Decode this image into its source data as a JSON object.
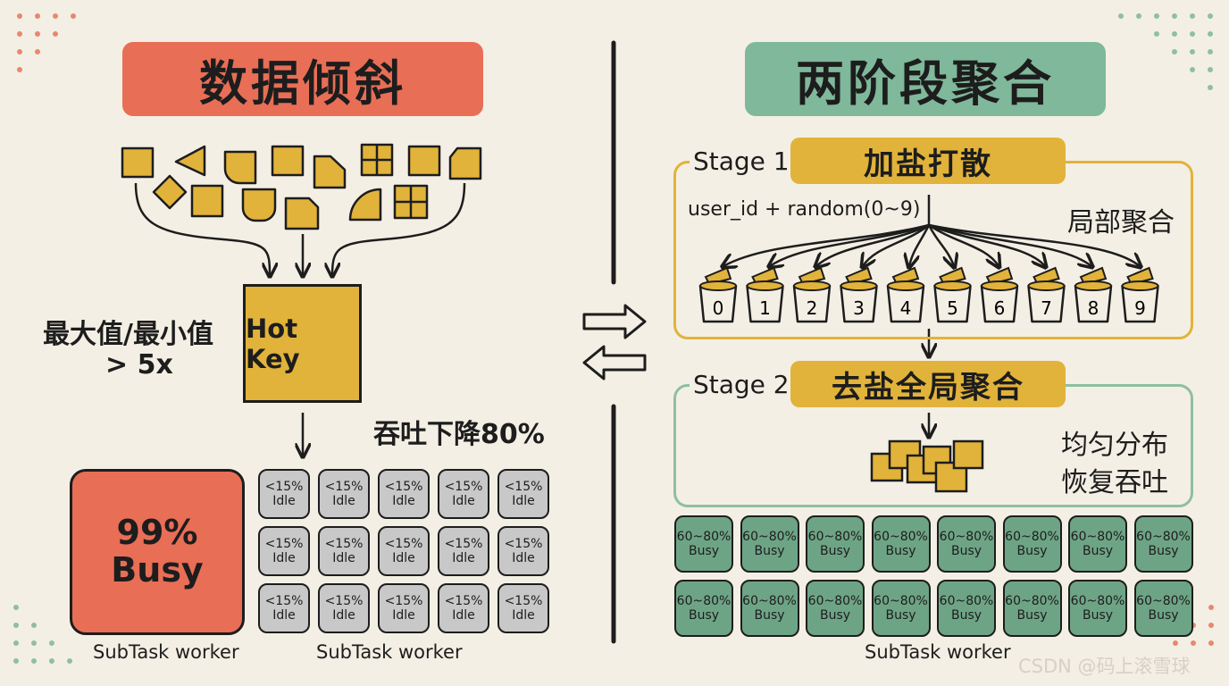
{
  "left": {
    "title": "数据倾斜",
    "hot_key": "Hot Key",
    "ratio_line1": "最大值/最小值",
    "ratio_line2": "> 5x",
    "throughput_drop": "吞吐下降80%",
    "busy_worker": {
      "line1": "99%",
      "line2": "Busy",
      "label": "SubTask worker"
    },
    "idle_workers": {
      "label": "SubTask worker",
      "cells": [
        {
          "line1": "<15%",
          "line2": "Idle"
        },
        {
          "line1": "<15%",
          "line2": "Idle"
        },
        {
          "line1": "<15%",
          "line2": "Idle"
        },
        {
          "line1": "<15%",
          "line2": "Idle"
        },
        {
          "line1": "<15%",
          "line2": "Idle"
        },
        {
          "line1": "<15%",
          "line2": "Idle"
        },
        {
          "line1": "<15%",
          "line2": "Idle"
        },
        {
          "line1": "<15%",
          "line2": "Idle"
        },
        {
          "line1": "<15%",
          "line2": "Idle"
        },
        {
          "line1": "<15%",
          "line2": "Idle"
        },
        {
          "line1": "<15%",
          "line2": "Idle"
        },
        {
          "line1": "<15%",
          "line2": "Idle"
        },
        {
          "line1": "<15%",
          "line2": "Idle"
        },
        {
          "line1": "<15%",
          "line2": "Idle"
        },
        {
          "line1": "<15%",
          "line2": "Idle"
        }
      ]
    }
  },
  "right": {
    "title": "两阶段聚合",
    "stage1": {
      "label": "Stage 1",
      "name": "加盐打散",
      "formula": "user_id + random(0~9)",
      "note": "局部聚合",
      "buckets": [
        "0",
        "1",
        "2",
        "3",
        "4",
        "5",
        "6",
        "7",
        "8",
        "9"
      ]
    },
    "stage2": {
      "label": "Stage 2",
      "name": "去盐全局聚合",
      "note_line1": "均匀分布",
      "note_line2": "恢复吞吐"
    },
    "workers": {
      "label": "SubTask worker",
      "cells": [
        {
          "line1": "60~80%",
          "line2": "Busy"
        },
        {
          "line1": "60~80%",
          "line2": "Busy"
        },
        {
          "line1": "60~80%",
          "line2": "Busy"
        },
        {
          "line1": "60~80%",
          "line2": "Busy"
        },
        {
          "line1": "60~80%",
          "line2": "Busy"
        },
        {
          "line1": "60~80%",
          "line2": "Busy"
        },
        {
          "line1": "60~80%",
          "line2": "Busy"
        },
        {
          "line1": "60~80%",
          "line2": "Busy"
        },
        {
          "line1": "60~80%",
          "line2": "Busy"
        },
        {
          "line1": "60~80%",
          "line2": "Busy"
        },
        {
          "line1": "60~80%",
          "line2": "Busy"
        },
        {
          "line1": "60~80%",
          "line2": "Busy"
        },
        {
          "line1": "60~80%",
          "line2": "Busy"
        },
        {
          "line1": "60~80%",
          "line2": "Busy"
        },
        {
          "line1": "60~80%",
          "line2": "Busy"
        },
        {
          "line1": "60~80%",
          "line2": "Busy"
        }
      ]
    }
  },
  "watermark": "CSDN @码上滚雪球",
  "colors": {
    "background": "#f4efe4",
    "skew_red": "#e96e56",
    "balance_green": "#7fb89a",
    "worker_green": "#6ea486",
    "key_yellow": "#e1b33a",
    "idle_gray": "#c8c8c8",
    "line_dark": "#1d1d1d"
  }
}
